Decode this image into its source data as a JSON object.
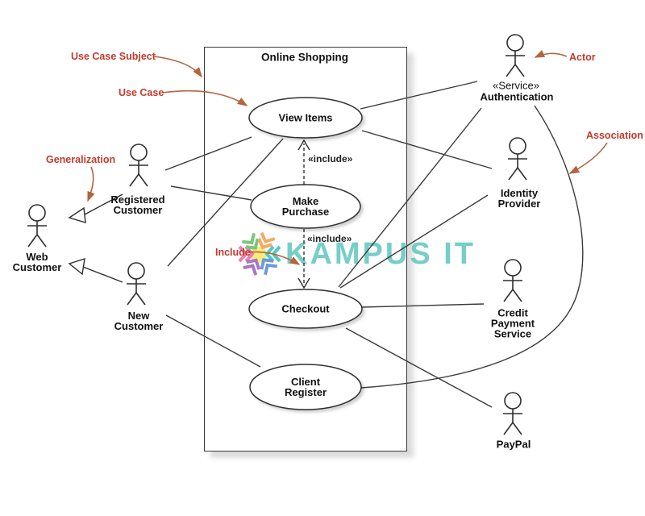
{
  "diagram": {
    "title": "Online Shopping",
    "use_cases": [
      {
        "label": "View Items"
      },
      {
        "label": "Make\nPurchase"
      },
      {
        "label": "Checkout"
      },
      {
        "label": "Client\nRegister"
      }
    ],
    "actors": [
      {
        "name": "Registered\nCustomer"
      },
      {
        "name": "Web\nCustomer"
      },
      {
        "name": "New\nCustomer"
      },
      {
        "stereotype": "«Service»",
        "name": "Authentication"
      },
      {
        "name": "Identity\nProvider"
      },
      {
        "name": "Credit\nPayment\nService"
      },
      {
        "name": "PayPal"
      }
    ],
    "include_label": "«include»",
    "annotations": {
      "use_case_subject": "Use Case Subject",
      "use_case": "Use Case",
      "generalization": "Generalization",
      "actor": "Actor",
      "association": "Association",
      "include": "Include"
    },
    "watermark": "KAMPUS IT",
    "colors": {
      "annotation_text": "#c23b2e",
      "annotation_arrow": "#b5643c",
      "line": "#3a3a3a",
      "watermark": "#5fc6bf",
      "logo_yellow": "#f7ea6e",
      "logo_pink": "#ed6fa6",
      "logo_green": "#6cc06d",
      "logo_orange": "#f2a058",
      "logo_teal": "#3fc4ba",
      "logo_blue": "#5d8ed7",
      "logo_purple": "#9a6bc0"
    }
  }
}
